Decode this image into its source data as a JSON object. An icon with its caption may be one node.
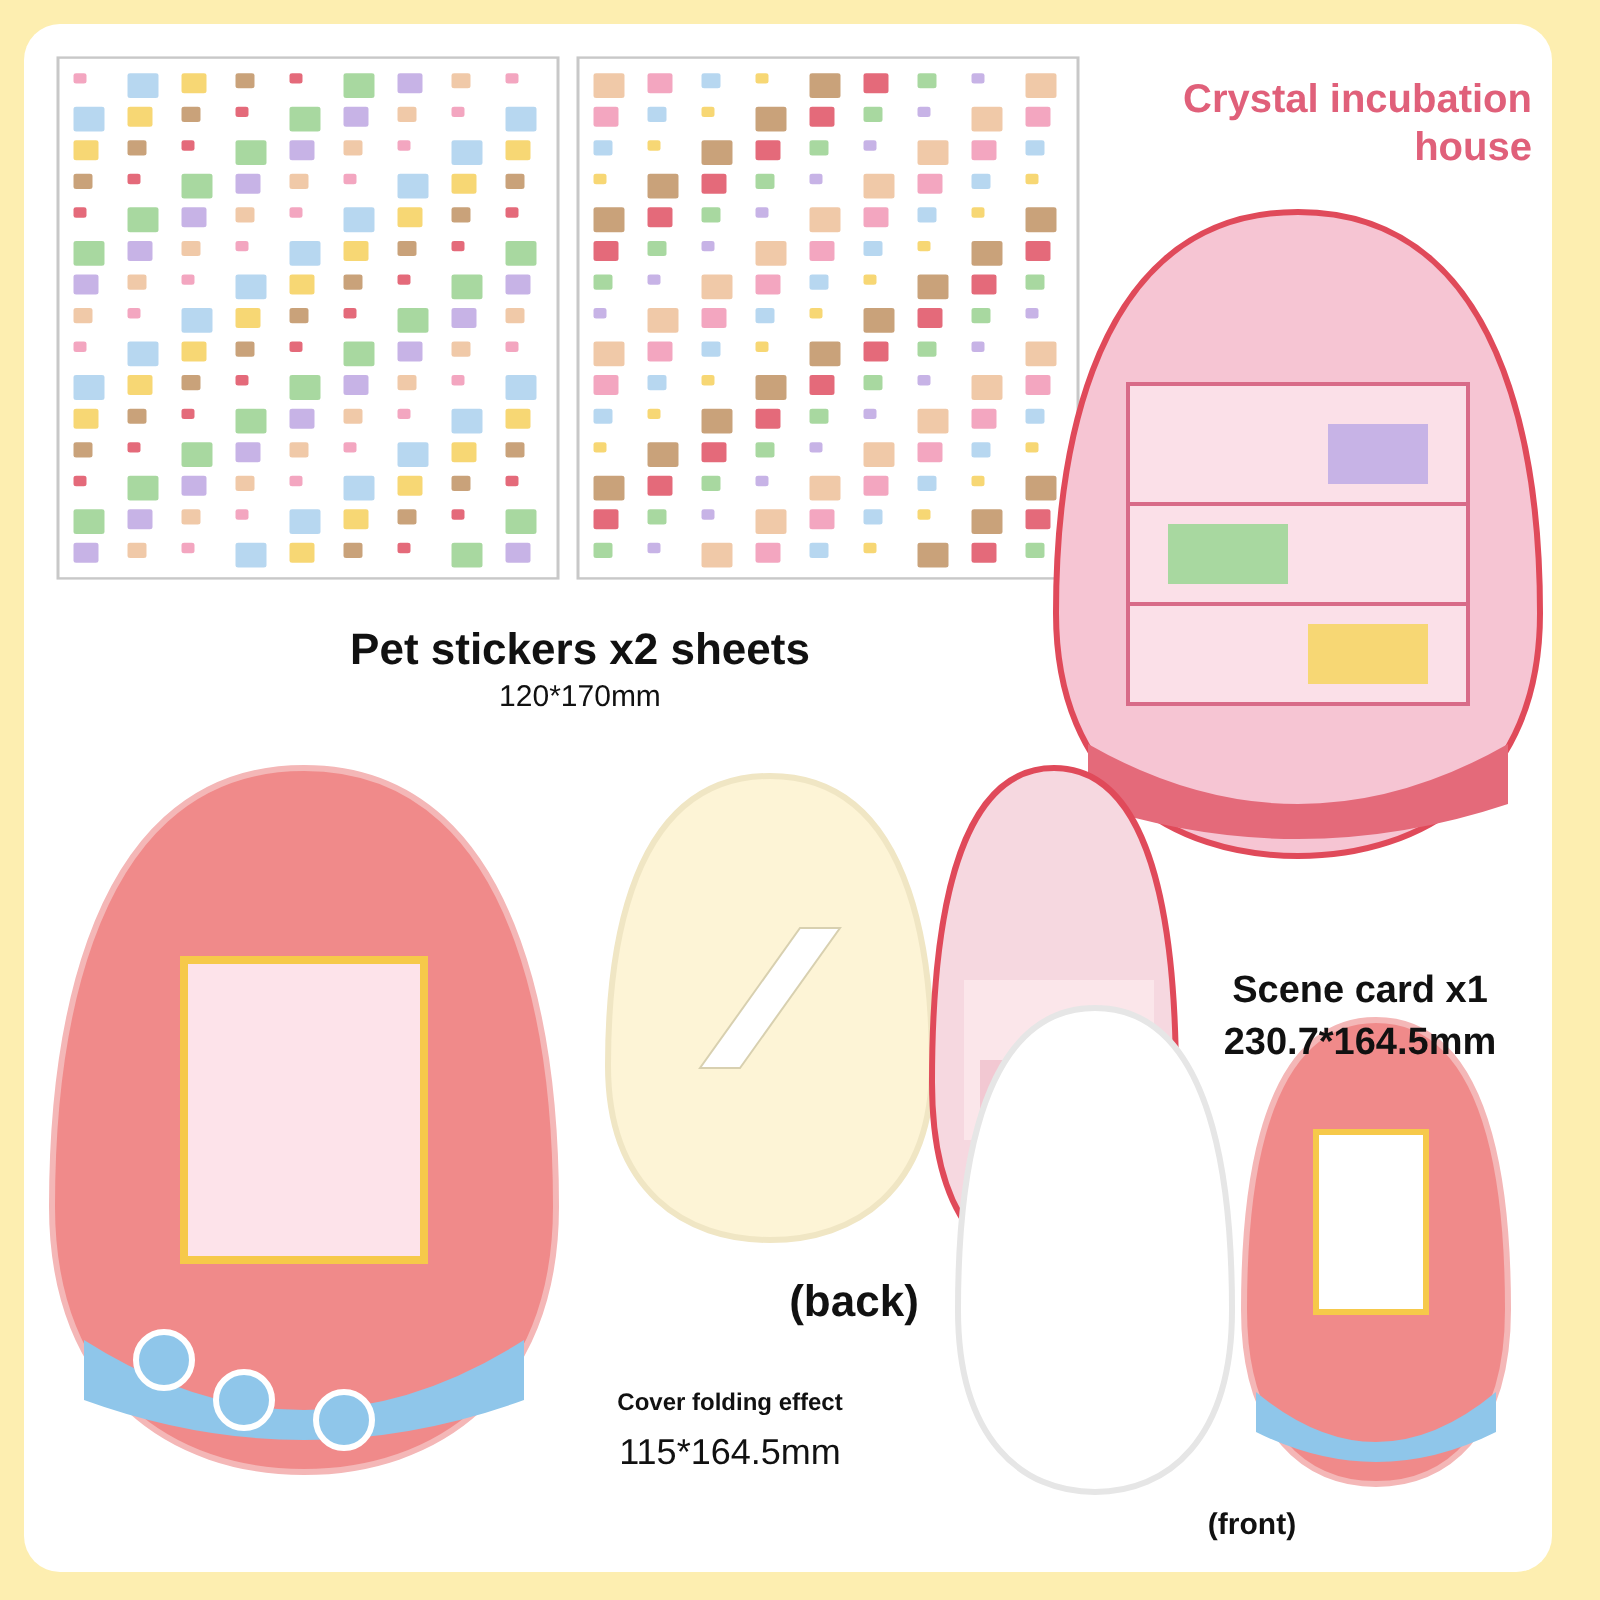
{
  "diagram": {
    "title": "Crystal incubation house",
    "labels": [
      "Pet stickers x2 sheets",
      "120*170mm",
      "Scene card x1",
      "230.7*164.5mm",
      "(back)",
      "Cover folding effect",
      "115*164.5mm",
      "(front)"
    ]
  }
}
